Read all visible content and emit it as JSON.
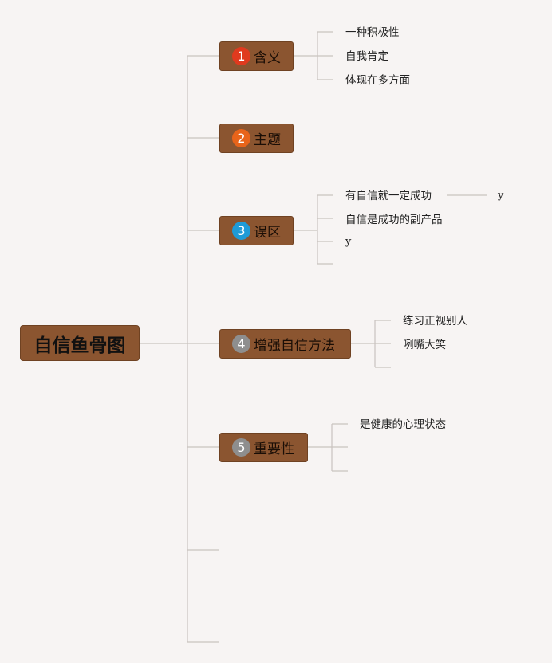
{
  "root": {
    "label": "自信鱼骨图"
  },
  "branches": [
    {
      "number": "1",
      "label": "含义",
      "badge_color": "#e03a1e",
      "leaves": [
        "一种积极性",
        "自我肯定",
        "体现在多方面"
      ]
    },
    {
      "number": "2",
      "label": "主题",
      "badge_color": "#e8641a",
      "leaves": []
    },
    {
      "number": "3",
      "label": "误区",
      "badge_color": "#1f9bd7",
      "leaves": [
        "有自信就一定成功",
        "自信是成功的副产品",
        "y"
      ],
      "sub_leaf": "y"
    },
    {
      "number": "4",
      "label": "增强自信方法",
      "badge_color": "#8e8e8e",
      "leaves": [
        "练习正视别人",
        "咧嘴大笑"
      ]
    },
    {
      "number": "5",
      "label": "重要性",
      "badge_color": "#8e8e8e",
      "leaves": [
        "是健康的心理状态"
      ]
    }
  ],
  "colors": {
    "background": "#f7f4f3",
    "node_fill": "#8b5530",
    "connector": "#c9c3bf"
  }
}
